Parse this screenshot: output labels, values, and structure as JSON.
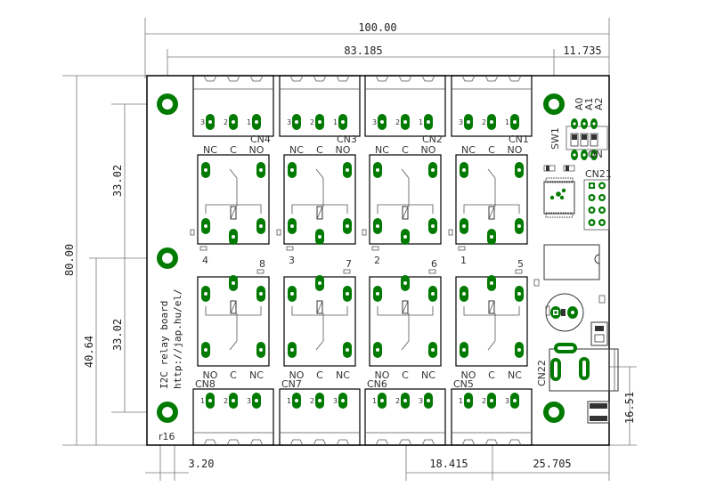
{
  "dimensions": {
    "total_width": "100.00",
    "relay_span": "83.185",
    "right_offset": "11.735",
    "height": "80.00",
    "upper_pitch": "33.02",
    "lower_pitch": "33.02",
    "lower_offset": "40.64",
    "bottom_left": "3.20",
    "bottom_mid": "18.415",
    "bottom_right": "25.705",
    "right_small": "16.51",
    "hole_radius": "r16"
  },
  "connectors_top": [
    "CN4",
    "CN3",
    "CN2",
    "CN1"
  ],
  "connectors_bottom": [
    "CN8",
    "CN7",
    "CN6",
    "CN5"
  ],
  "pin_numbers_top": [
    "3",
    "2",
    "1"
  ],
  "pin_numbers_bottom": [
    "1",
    "2",
    "3"
  ],
  "contacts_top": [
    "NC",
    "C",
    "NO"
  ],
  "contacts_bottom": [
    "NO",
    "C",
    "NC"
  ],
  "relay_numbers": [
    {
      "left": "4",
      "right": "8"
    },
    {
      "left": "3",
      "right": "7"
    },
    {
      "left": "2",
      "right": "6"
    },
    {
      "left": "1",
      "right": "5"
    }
  ],
  "board_text": {
    "line1": "I2C relay board",
    "line2": "http://jap.hu/el/"
  },
  "switch": {
    "name": "SW1",
    "labels": [
      "A0",
      "A1",
      "A2"
    ],
    "on_label": "ON"
  },
  "cn21": "CN21",
  "cn22": "CN22",
  "colors": {
    "pad": "#007a00",
    "outline": "#000000",
    "dim_line": "#777777"
  }
}
